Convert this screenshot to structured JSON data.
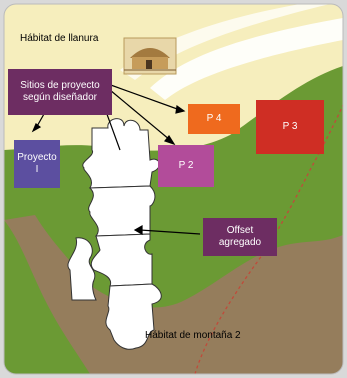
{
  "labels": {
    "habitat_llanura": "Hábitat de llanura",
    "habitat_montana": "Hábitat de montaña 2",
    "sitios_line1": "Sitios de proyecto",
    "sitios_line2": "según diseñador",
    "proyecto_line1": "Proyecto",
    "proyecto_line2": "I",
    "p4": "P 4",
    "p3": "P 3",
    "p2": "P 2",
    "offset_line1": "Offset",
    "offset_line2": "agregado"
  },
  "colors": {
    "plain_habitat": "#f6eebd",
    "mountain_habitat": "#6b9a34",
    "valley_brown": "#957d5c",
    "sitios_box": "#6d2d62",
    "proyecto_box": "#5c4fa0",
    "p4_box": "#ef6a1e",
    "p3_box": "#cf2e24",
    "p2_box": "#b24c9a",
    "offset_box": "#6d2d62",
    "puzzle_piece": "#ffffff",
    "dashed_path": "#c04a3a"
  },
  "icons": {
    "hut": "hut-illustration-icon"
  }
}
